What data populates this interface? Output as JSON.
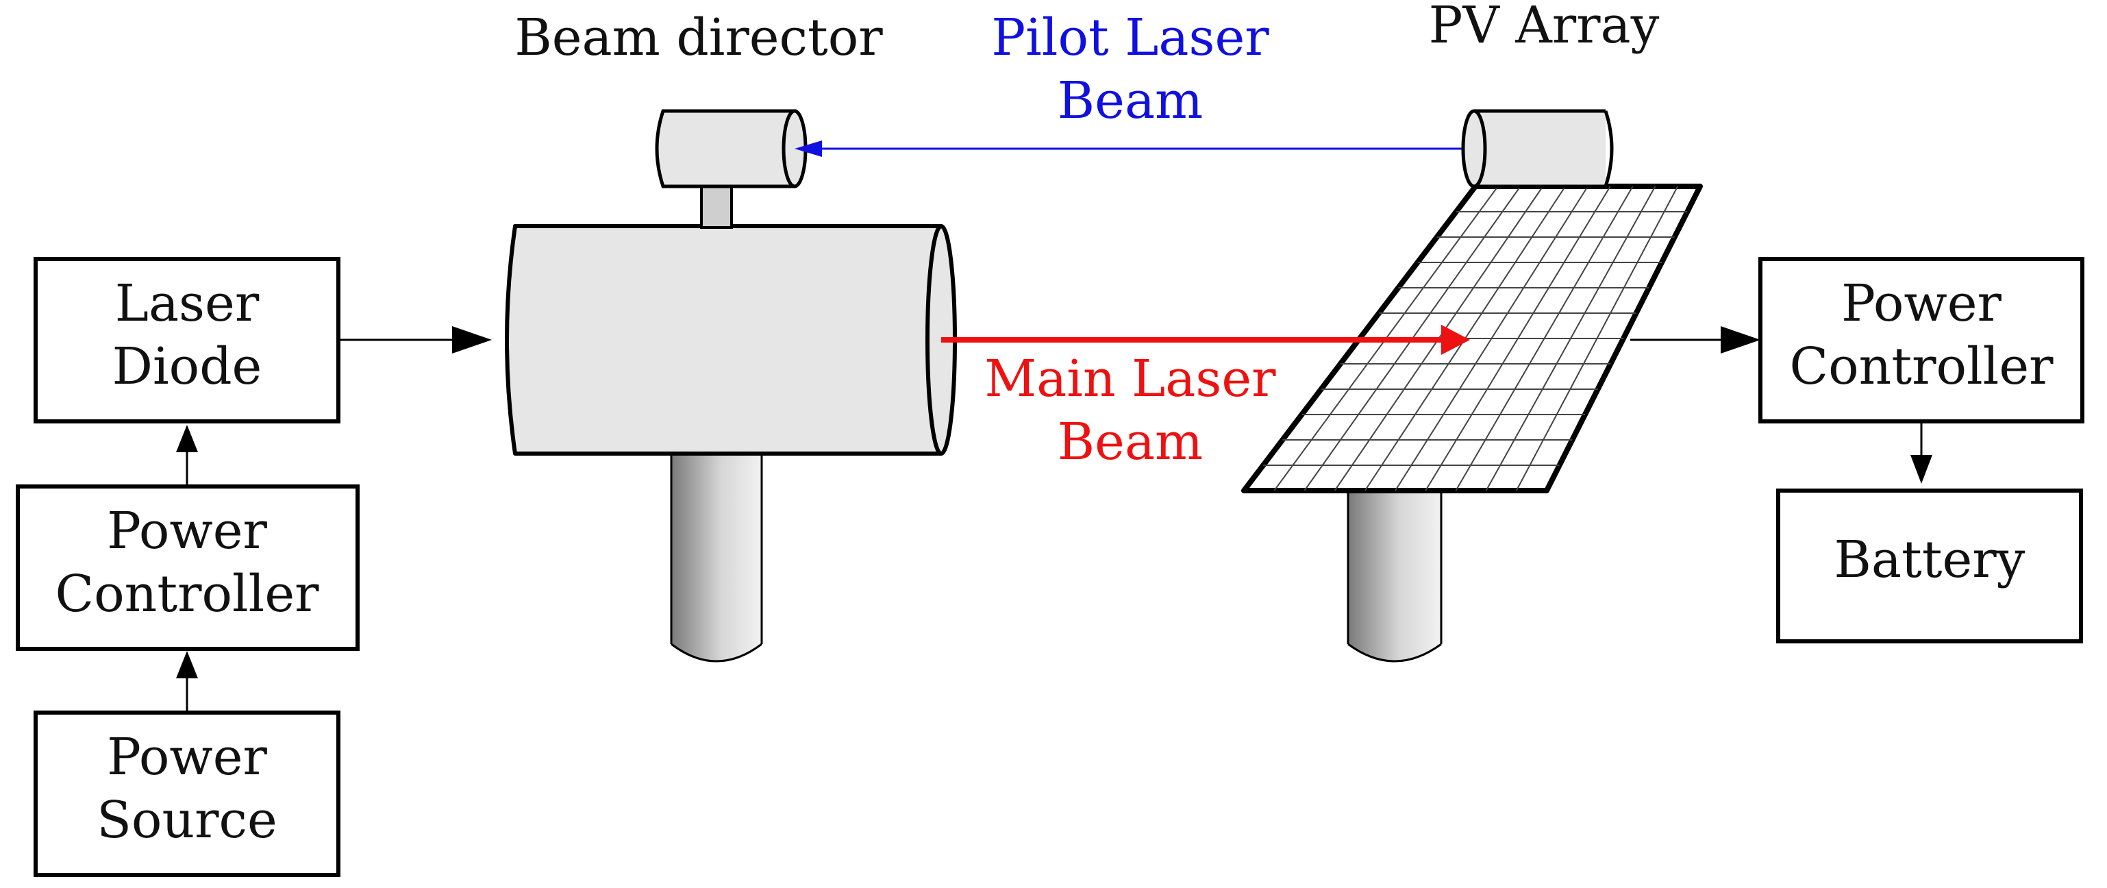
{
  "blocks": {
    "laser_diode": [
      "Laser",
      "Diode"
    ],
    "power_controller_left": [
      "Power",
      "Controller"
    ],
    "power_source": [
      "Power",
      "Source"
    ],
    "power_controller_right": [
      "Power",
      "Controller"
    ],
    "battery": [
      "Battery"
    ]
  },
  "labels": {
    "beam_director": "Beam director",
    "pv_array": "PV Array",
    "pilot_laser_beam": [
      "Pilot Laser",
      "Beam"
    ],
    "main_laser_beam": [
      "Main Laser",
      "Beam"
    ]
  },
  "colors": {
    "pilot_beam": "#1010e0",
    "main_beam": "#ee1111",
    "body_fill": "#e6e6e6"
  }
}
